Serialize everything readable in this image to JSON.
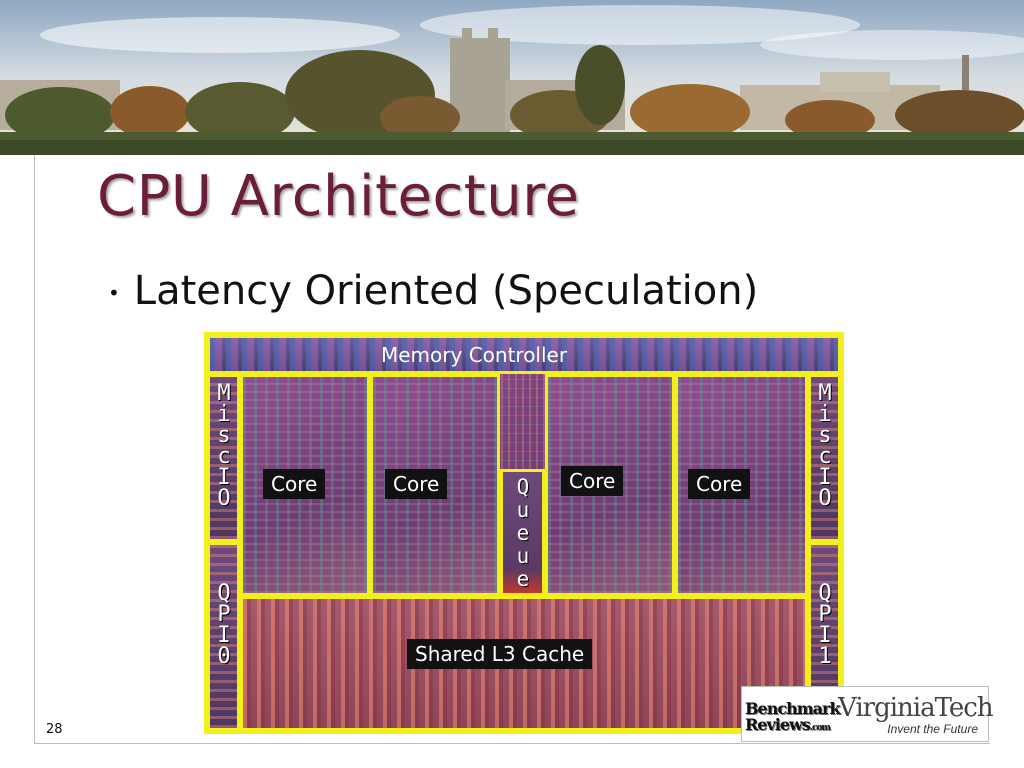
{
  "slide": {
    "title": "CPU Architecture",
    "bullet": "Latency Oriented (Speculation)",
    "page_number": "28"
  },
  "die": {
    "memory_controller": "Memory Controller",
    "cores": [
      "Core",
      "Core",
      "Core",
      "Core"
    ],
    "queue": "Queue",
    "misc_io_left": "MiscIO",
    "misc_io_right": "MiscIO",
    "qpi_left": "QPI0",
    "qpi_right": "QPI1",
    "cache": "Shared L3 Cache"
  },
  "logo": {
    "benchmark_line1": "Benchmark",
    "benchmark_line2": "Reviews",
    "benchmark_suffix": ".com",
    "vt_name": "VirginiaTech",
    "vt_tagline": "Invent the Future"
  },
  "colors": {
    "title": "#6b1e3a",
    "die_border": "#f2ef1a"
  }
}
